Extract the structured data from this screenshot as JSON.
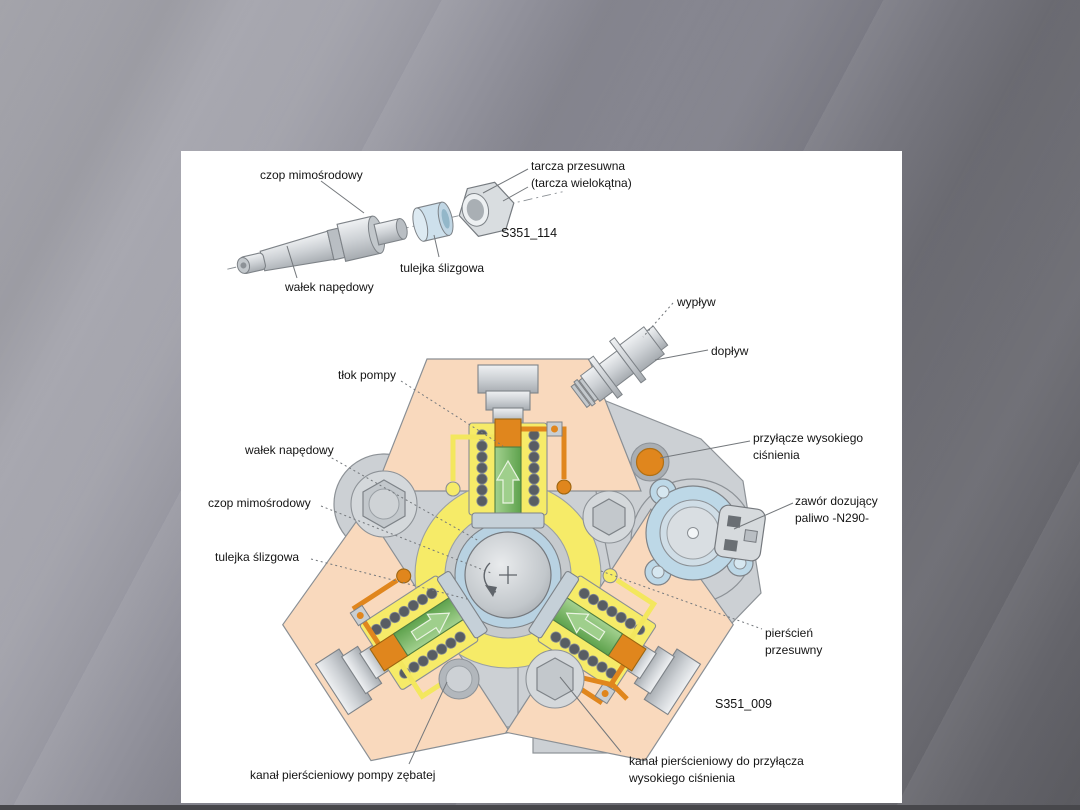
{
  "figure": {
    "description": "Radial piston high-pressure pump diagram (Polish labels)",
    "code_top": "S351_114",
    "code_bottom": "S351_009"
  },
  "exploded_view": {
    "label_czop": "czop mimośrodowy",
    "label_tarcza_1": "tarcza przesuwna",
    "label_tarcza_2": "(tarcza wielokątna)",
    "label_tulejka": "tulejka ślizgowa",
    "label_walek": "wałek napędowy"
  },
  "pump_view": {
    "label_wyplyw": "wypływ",
    "label_doplyw": "dopływ",
    "label_tlok": "tłok pompy",
    "label_walek": "wałek napędowy",
    "label_czop": "czop mimośrodowy",
    "label_tulejka": "tulejka ślizgowa",
    "label_przylacze_1": "przyłącze wysokiego",
    "label_przylacze_2": "ciśnienia",
    "label_zawor_1": "zawór dozujący",
    "label_zawor_2": "paliwo -N290-",
    "label_pierscien_1": "pierścień",
    "label_pierscien_2": "przesuwny",
    "label_kanal_zebatej": "kanał pierścieniowy pompy zębatej",
    "label_kanal_przylacza_1": "kanał pierścieniowy do przyłącza",
    "label_kanal_przylacza_2": "wysokiego ciśnienia"
  },
  "colors": {
    "housing_peach": "#f9d9bd",
    "fuel_yellow": "#f6eb68",
    "piston_green": "#72b05e",
    "high_pressure_orange": "#e0861d",
    "bushing_blue": "#b8d2e2",
    "metal_gray": "#ccd0d4"
  }
}
